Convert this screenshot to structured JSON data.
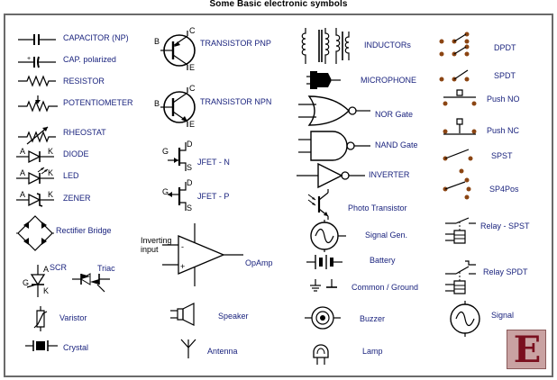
{
  "title": "Some Basic electronic symbols",
  "col1": {
    "capacitor_np": "CAPACITOR (NP)",
    "cap_polarized": "CAP. polarized",
    "resistor": "RESISTOR",
    "potentiometer": "POTENTIOMETER",
    "rheostat": "RHEOSTAT",
    "diode": "DIODE",
    "led": "LED",
    "zener": "ZENER",
    "rectifier_bridge": "Rectifier Bridge",
    "scr": "SCR",
    "triac": "Triac",
    "varistor": "Varistor",
    "crystal": "Crystal",
    "pins": {
      "a": "A",
      "k": "K",
      "g": "G"
    }
  },
  "col2": {
    "transistor_pnp": "TRANSISTOR PNP",
    "transistor_npn": "TRANSISTOR NPN",
    "jfet_n": "JFET - N",
    "jfet_p": "JFET - P",
    "opamp": "OpAmp",
    "inverting_input": "Inverting",
    "inverting_input_2": "input",
    "minus": "-",
    "plus": "+",
    "speaker": "Speaker",
    "antenna": "Antenna",
    "pins": {
      "b": "B",
      "c": "C",
      "e": "E",
      "g": "G",
      "d": "D",
      "s": "S"
    }
  },
  "col3": {
    "inductors": "INDUCTORs",
    "microphone": "MICROPHONE",
    "nor_gate": "NOR Gate",
    "nand_gate": "NAND Gate",
    "inverter": "INVERTER",
    "photo_transistor": "Photo Transistor",
    "signal_gen": "Signal Gen.",
    "battery": "Battery",
    "common_ground": "Common / Ground",
    "buzzer": "Buzzer",
    "lamp": "Lamp"
  },
  "col4": {
    "dpdt": "DPDT",
    "spdt": "SPDT",
    "push_no": "Push NO",
    "push_nc": "Push NC",
    "spst": "SPST",
    "sp4pos": "SP4Pos",
    "relay_spst": "Relay - SPST",
    "relay_spdt": "Relay SPDT",
    "signal": "Signal"
  },
  "logo_letter": "E",
  "colors": {
    "label": "#1a237e",
    "line": "#000000",
    "contact": "#8b4513",
    "border": "#6a6a6a",
    "logo_bg": "#c9a2a2",
    "logo_fg": "#7a0f1e"
  }
}
